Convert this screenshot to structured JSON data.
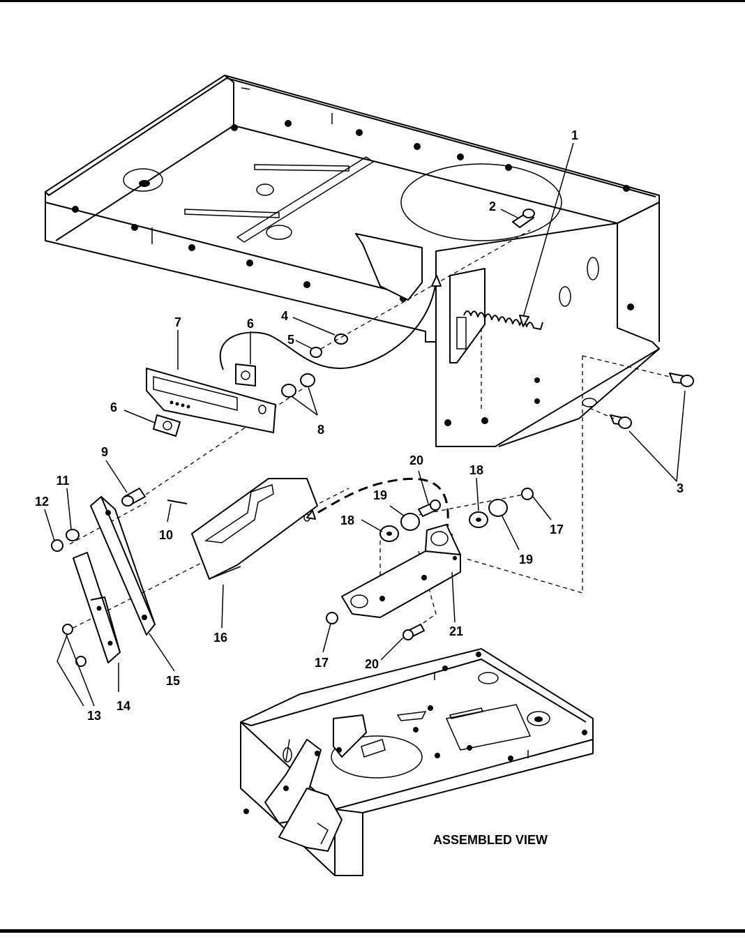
{
  "callouts": {
    "c1": "1",
    "c2": "2",
    "c3": "3",
    "c4": "4",
    "c5": "5",
    "c6a": "6",
    "c6b": "6",
    "c7": "7",
    "c8": "8",
    "c9": "9",
    "c10": "10",
    "c11": "11",
    "c12": "12",
    "c13": "13",
    "c14": "14",
    "c15": "15",
    "c16": "16",
    "c17a": "17",
    "c17b": "17",
    "c18a": "18",
    "c18b": "18",
    "c19a": "19",
    "c19b": "19",
    "c20a": "20",
    "c20b": "20",
    "c21": "21"
  },
  "assembled_view_label": "ASSEMBLED VIEW",
  "colors": {
    "line": "#000000",
    "background": "#ffffff"
  }
}
